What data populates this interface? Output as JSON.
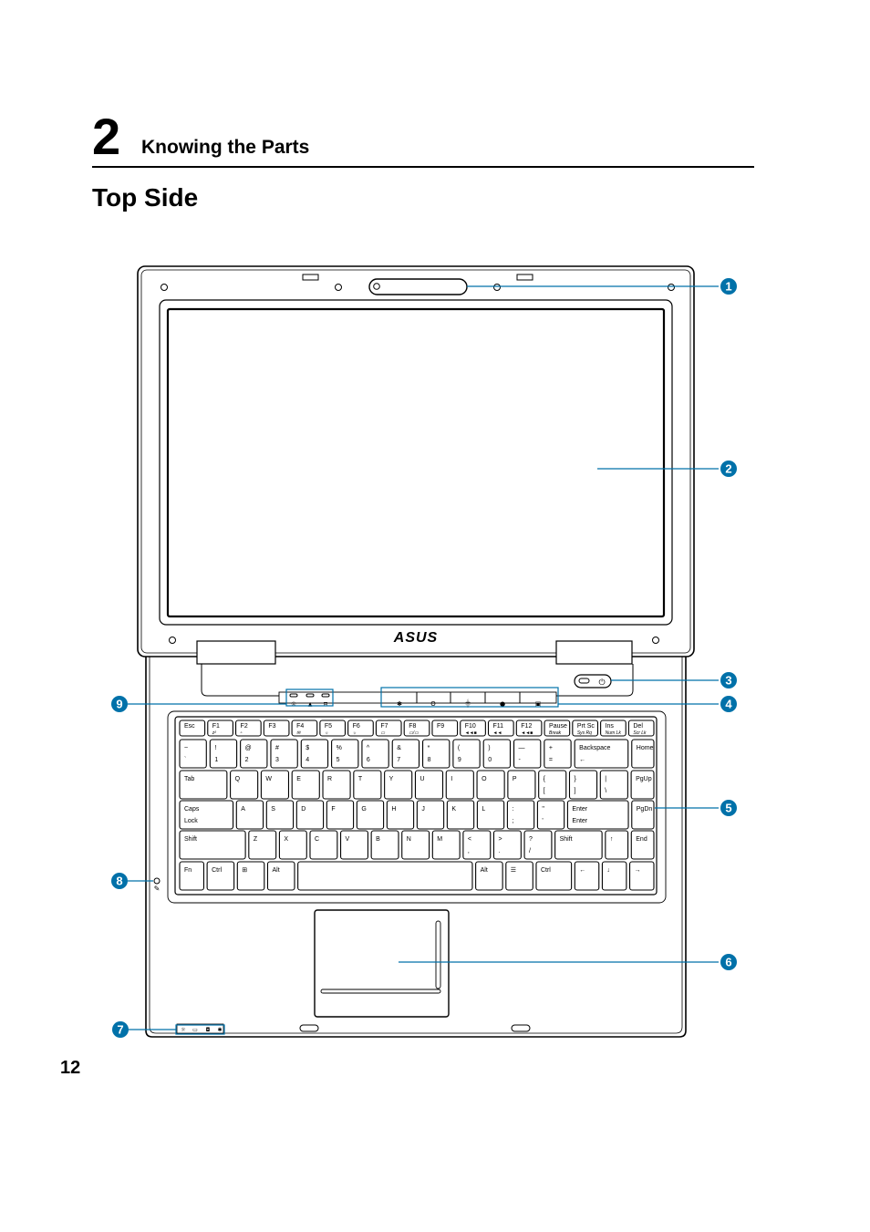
{
  "header": {
    "chapter_number": "2",
    "chapter_title": "Knowing the Parts",
    "section_title": "Top Side"
  },
  "page_number": "12",
  "diagram": {
    "brand_logo_text": "ASUS",
    "callouts": [
      "1",
      "2",
      "3",
      "4",
      "5",
      "6",
      "7",
      "8",
      "9"
    ],
    "keyboard": {
      "row_fn": [
        {
          "top": "Esc"
        },
        {
          "top": "F1",
          "sub": "z²"
        },
        {
          "top": "F2",
          "sub": "ⁿ"
        },
        {
          "top": "F3"
        },
        {
          "top": "F4",
          "sub": "✉"
        },
        {
          "top": "F5",
          "sub": "☼"
        },
        {
          "top": "F6",
          "sub": "☼"
        },
        {
          "top": "F7",
          "sub": "▭"
        },
        {
          "top": "F8",
          "sub": "▭/▭"
        },
        {
          "top": "F9"
        },
        {
          "top": "F10",
          "sub": "◄◄■"
        },
        {
          "top": "F11",
          "sub": "◄◄"
        },
        {
          "top": "F12",
          "sub": "◄◄■"
        },
        {
          "top": "Pause",
          "sub": "Break"
        },
        {
          "top": "Prt Sc",
          "sub": "Sys Rq"
        },
        {
          "top": "Ins",
          "sub": "Num Lk"
        },
        {
          "top": "Del",
          "sub": "Scr Lk"
        }
      ],
      "row_num": [
        {
          "top": "~",
          "sub": "`"
        },
        {
          "top": "!",
          "sub": "1"
        },
        {
          "top": "@",
          "sub": "2"
        },
        {
          "top": "#",
          "sub": "3"
        },
        {
          "top": "$",
          "sub": "4"
        },
        {
          "top": "%",
          "sub": "5"
        },
        {
          "top": "^",
          "sub": "6"
        },
        {
          "top": "&",
          "sub": "7"
        },
        {
          "top": "*",
          "sub": "8"
        },
        {
          "top": "(",
          "sub": "9"
        },
        {
          "top": ")",
          "sub": "0"
        },
        {
          "top": "—",
          "sub": "-"
        },
        {
          "top": "+",
          "sub": "="
        },
        {
          "top": "Backspace",
          "sub": "←"
        },
        {
          "top": "Home"
        }
      ],
      "row_q": [
        {
          "top": "Tab"
        },
        {
          "top": "Q"
        },
        {
          "top": "W"
        },
        {
          "top": "E"
        },
        {
          "top": "R"
        },
        {
          "top": "T"
        },
        {
          "top": "Y"
        },
        {
          "top": "U"
        },
        {
          "top": "I"
        },
        {
          "top": "O"
        },
        {
          "top": "P"
        },
        {
          "top": "{",
          "sub": "["
        },
        {
          "top": "}",
          "sub": "]"
        },
        {
          "top": "|",
          "sub": "\\"
        },
        {
          "top": "PgUp"
        }
      ],
      "row_a": [
        {
          "top": "Caps",
          "sub": "Lock"
        },
        {
          "top": "A"
        },
        {
          "top": "S"
        },
        {
          "top": "D"
        },
        {
          "top": "F"
        },
        {
          "top": "G"
        },
        {
          "top": "H"
        },
        {
          "top": "J"
        },
        {
          "top": "K"
        },
        {
          "top": "L"
        },
        {
          "top": ":",
          "sub": ";"
        },
        {
          "top": "\"",
          "sub": "'"
        },
        {
          "top": "Enter",
          "sub": "Enter"
        },
        {
          "top": "PgDn"
        }
      ],
      "row_z": [
        {
          "top": "Shift"
        },
        {
          "top": "Z"
        },
        {
          "top": "X"
        },
        {
          "top": "C"
        },
        {
          "top": "V"
        },
        {
          "top": "B"
        },
        {
          "top": "N"
        },
        {
          "top": "M"
        },
        {
          "top": "<",
          "sub": ","
        },
        {
          "top": ">",
          "sub": "."
        },
        {
          "top": "?",
          "sub": "/"
        },
        {
          "top": "Shift"
        },
        {
          "top": "↑"
        },
        {
          "top": "End"
        }
      ],
      "row_bottom": [
        {
          "top": "Fn"
        },
        {
          "top": "Ctrl"
        },
        {
          "top": "⊞"
        },
        {
          "top": "Alt"
        },
        {
          "top": ""
        },
        {
          "top": "Alt"
        },
        {
          "top": "☰"
        },
        {
          "top": "Ctrl"
        },
        {
          "top": "←"
        },
        {
          "top": "↓"
        },
        {
          "top": "→"
        }
      ]
    }
  }
}
